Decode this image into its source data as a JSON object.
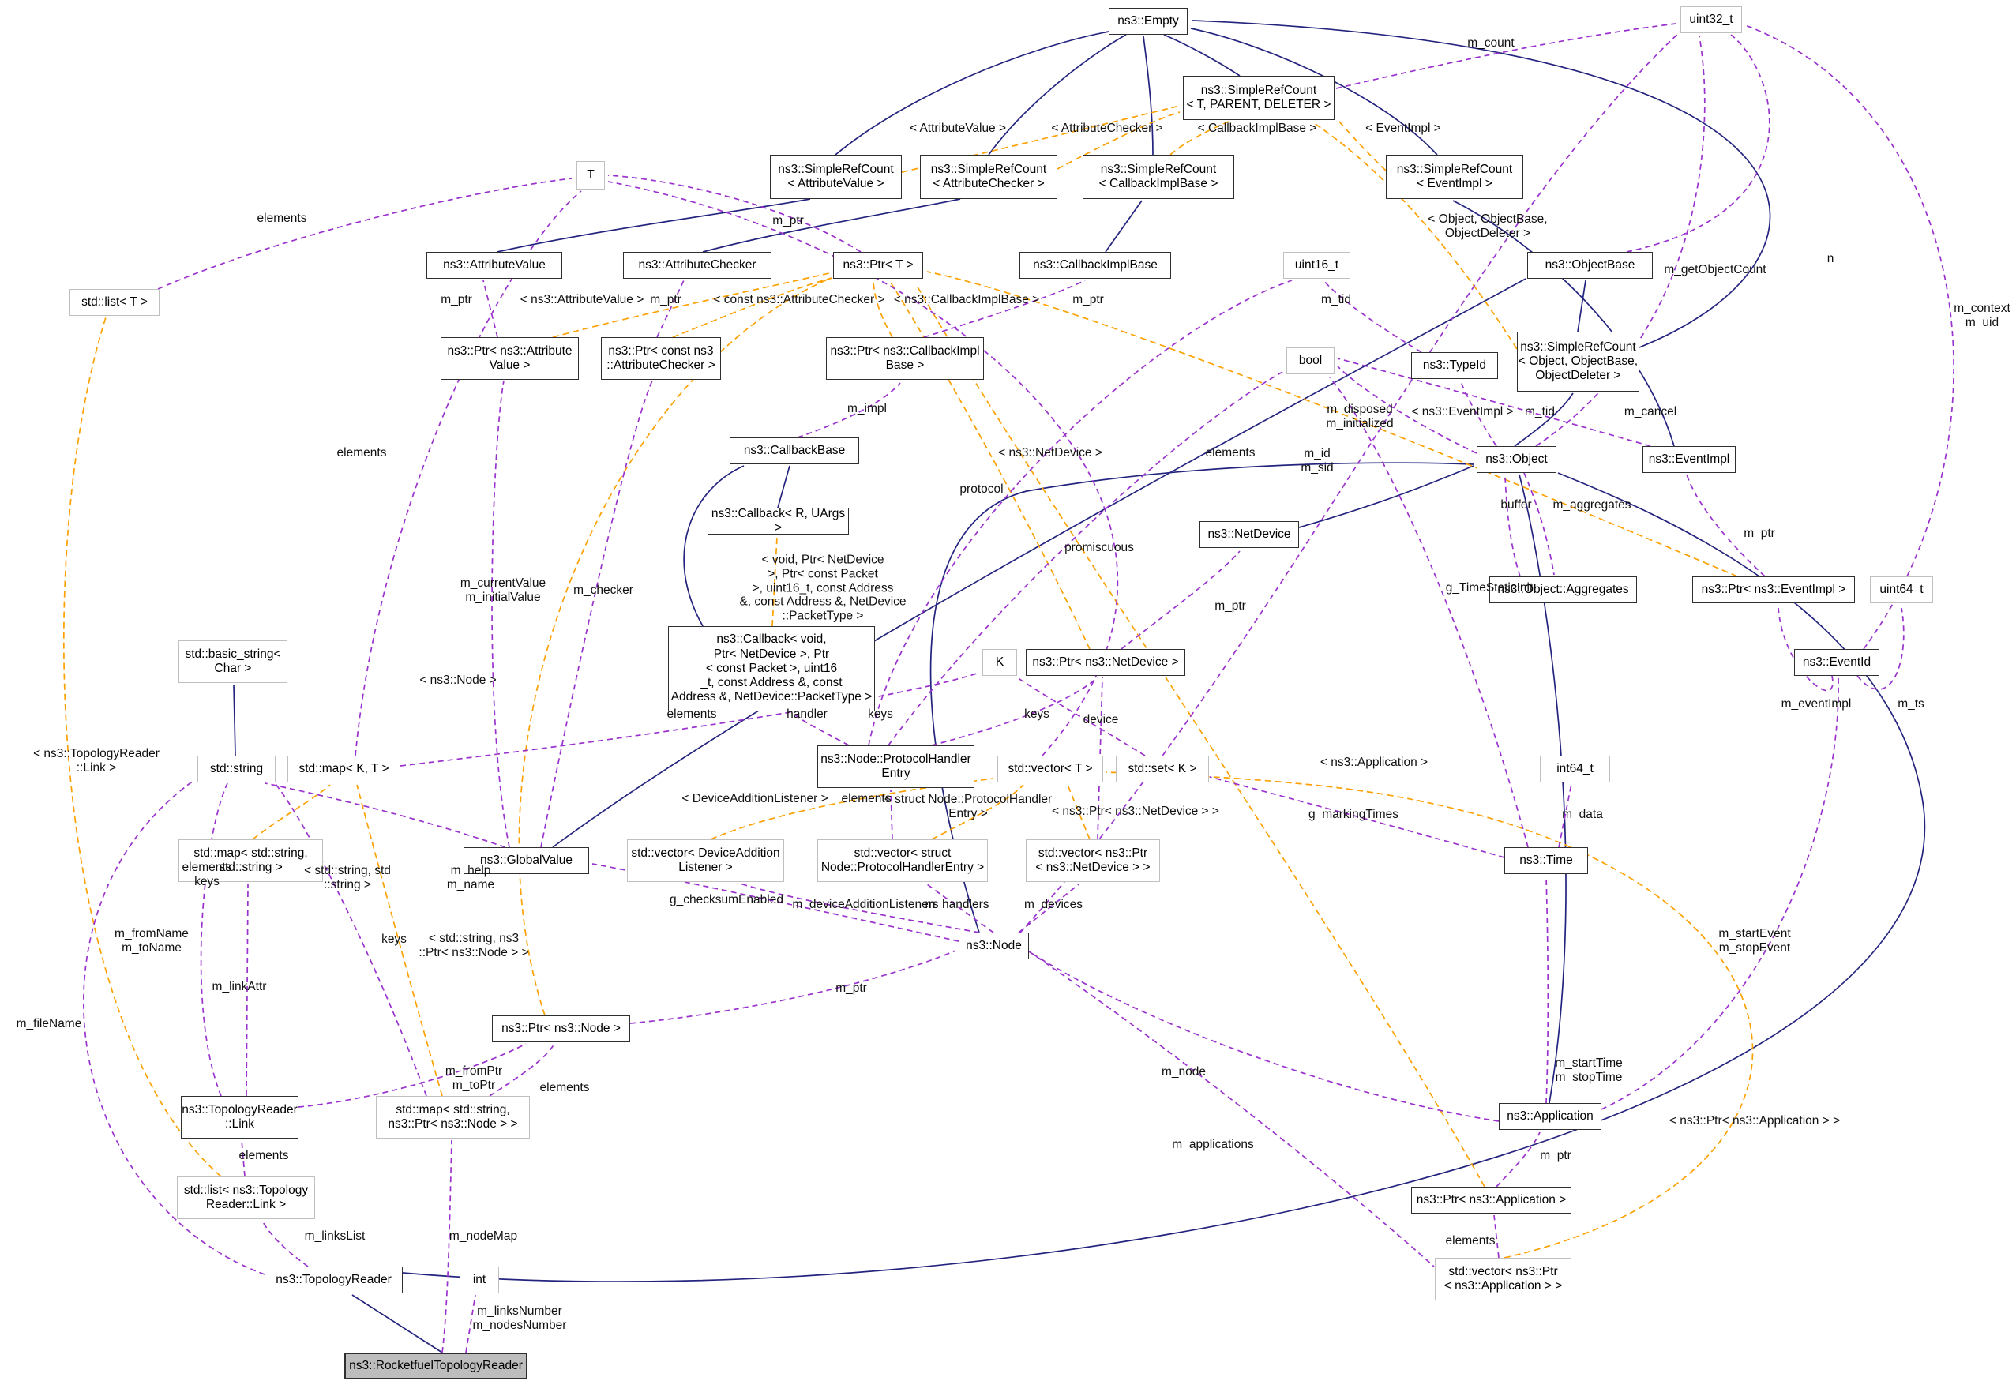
{
  "diagram": {
    "focus": "ns3::RocketfuelTopologyReader"
  },
  "colors": {
    "inheritance": "#24247f",
    "usage": "#9a32cd",
    "template": "#fca103",
    "focus_fill": "#bdbdbd"
  },
  "nodes": {
    "empty": "ns3::Empty",
    "uint32": "uint32_t",
    "src_tpd": "ns3::SimpleRefCount\n< T, PARENT, DELETER >",
    "src_av": "ns3::SimpleRefCount\n< AttributeValue >",
    "src_ac": "ns3::SimpleRefCount\n< AttributeChecker >",
    "src_cib": "ns3::SimpleRefCount\n< CallbackImplBase >",
    "src_ei": "ns3::SimpleRefCount\n< EventImpl >",
    "T": "T",
    "listT": "std::list< T >",
    "av": "ns3::AttributeValue",
    "ac": "ns3::AttributeChecker",
    "ptrT": "ns3::Ptr< T >",
    "cib": "ns3::CallbackImplBase",
    "uint16": "uint16_t",
    "objbase": "ns3::ObjectBase",
    "ptr_av": "ns3::Ptr< ns3::Attribute\nValue >",
    "ptr_cac": "ns3::Ptr< const ns3\n::AttributeChecker >",
    "ptr_cib": "ns3::Ptr< ns3::CallbackImpl\nBase >",
    "bool": "bool",
    "typeid": "ns3::TypeId",
    "src_ood": "ns3::SimpleRefCount\n< Object, ObjectBase,\nObjectDeleter >",
    "cbbase": "ns3::CallbackBase",
    "object": "ns3::Object",
    "eventimpl": "ns3::EventImpl",
    "cb_ruargs": "ns3::Callback< R, UArgs >",
    "netdevice": "ns3::NetDevice",
    "aggregates": "ns3::Object::Aggregates",
    "ptr_ei": "ns3::Ptr< ns3::EventImpl >",
    "uint64": "uint64_t",
    "cb_void": "ns3::Callback< void,\nPtr< NetDevice >, Ptr\n< const Packet >, uint16\n_t, const Address &, const\nAddress &, NetDevice::PacketType >",
    "K": "K",
    "ptr_nd": "ns3::Ptr< ns3::NetDevice >",
    "eventid": "ns3::EventId",
    "basicstring": "std::basic_string<\nChar >",
    "string": "std::string",
    "mapKT": "std::map< K, T >",
    "phe": "ns3::Node::ProtocolHandler\nEntry",
    "vecT": "std::vector< T >",
    "setK": "std::set< K >",
    "int64": "int64_t",
    "mapss": "std::map< std::string,\nstd::string >",
    "globalvalue": "ns3::GlobalValue",
    "vec_dal": "std::vector< DeviceAddition\nListener >",
    "vec_phe": "std::vector< struct\nNode::ProtocolHandlerEntry >",
    "vec_ptrnd": "std::vector< ns3::Ptr\n< ns3::NetDevice > >",
    "time": "ns3::Time",
    "node": "ns3::Node",
    "ptr_node": "ns3::Ptr< ns3::Node >",
    "trlink": "ns3::TopologyReader\n::Link",
    "map_sptr": "std::map< std::string,\nns3::Ptr< ns3::Node > >",
    "application": "ns3::Application",
    "list_trl": "std::list< ns3::Topology\nReader::Link >",
    "ptr_app": "ns3::Ptr< ns3::Application >",
    "topologyreader": "ns3::TopologyReader",
    "int": "int",
    "vec_ptrapp": "std::vector< ns3::Ptr\n< ns3::Application > >",
    "rocketfuel": "ns3::RocketfuelTopologyReader"
  },
  "labels": [
    "m_count",
    "< AttributeValue >",
    "< AttributeChecker >",
    "< CallbackImplBase >",
    "< EventImpl >",
    "elements",
    "m_ptr",
    "< Object, ObjectBase,\nObjectDeleter >",
    "m_getObjectCount",
    "n",
    "m_context\nm_uid",
    "m_ptr",
    "< ns3::AttributeValue >",
    "m_ptr",
    "< const ns3::AttributeChecker >",
    "< ns3::CallbackImplBase >",
    "m_ptr",
    "m_tid",
    "m_impl",
    "m_disposed\nm_initialized",
    "< ns3::EventImpl >",
    "m_tid",
    "m_cancel",
    "elements",
    "< ns3::NetDevice >",
    "elements",
    "m_id\nm_sid",
    "protocol",
    "promiscuous",
    "buffer",
    "m_aggregates",
    "m_ptr",
    "m_currentValue\nm_initialValue",
    "m_checker",
    "< ns3::Node >",
    "< void, Ptr< NetDevice\n>, Ptr< const Packet\n>, uint16_t, const Address\n&, const Address &, NetDevice\n::PacketType >",
    "g_TimeStaticInit",
    "m_eventImpl",
    "m_ts",
    "elements",
    "handler",
    "keys",
    "keys",
    "device",
    "< ns3::Application >",
    "elements",
    "< DeviceAdditionListener >",
    "< struct Node::ProtocolHandler\nEntry >",
    "< ns3::Ptr< ns3::NetDevice > >",
    "g_markingTimes",
    "m_data",
    "elements\nkeys",
    "< std::string, std\n::string >",
    "m_help\nm_name",
    "g_checksumEnabled",
    "m_deviceAdditionListeners",
    "m_handlers",
    "m_devices",
    "keys",
    "< std::string, ns3\n::Ptr< ns3::Node > >",
    "m_fromName\nm_toName",
    "m_linkAttr",
    "< ns3::TopologyReader\n::Link >",
    "m_fileName",
    "m_ptr",
    "m_node",
    "m_applications",
    "m_startEvent\nm_stopEvent",
    "m_startTime\nm_stopTime",
    "< ns3::Ptr< ns3::Application > >",
    "m_ptr",
    "elements",
    "elements",
    "elements",
    "m_linksList",
    "m_nodeMap",
    "m_linksNumber\nm_nodesNumber",
    "m_ptr",
    "m_fromPtr\nm_toPtr"
  ]
}
